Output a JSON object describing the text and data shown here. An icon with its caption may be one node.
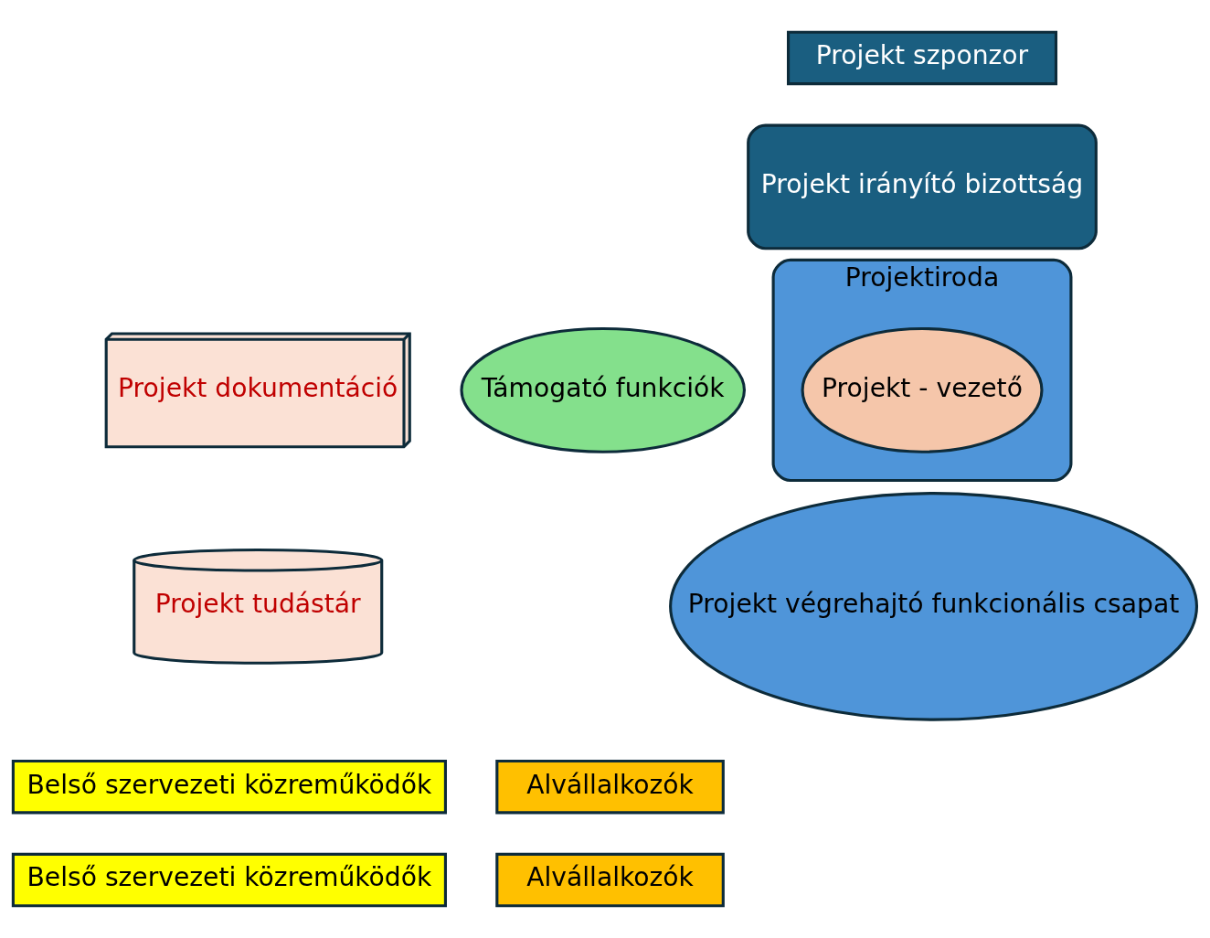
{
  "diagram": {
    "nodes": [
      {
        "text": [
          "Projekt szponzor"
        ]
      },
      {
        "text": [
          "Projekt irányító bizottság"
        ]
      },
      {
        "text": [
          "Projekt dokumentáció"
        ]
      },
      {
        "text": [
          "Projekt tudástár"
        ]
      },
      {
        "text": [
          "Projektiroda"
        ]
      },
      {
        "text": [
          "Projekt - vezető"
        ],
        "in": 4
      },
      {
        "text": [
          "Támogató funkciók"
        ]
      },
      {
        "text": [
          "Projekt végrehajtó funkcionális csapat"
        ]
      },
      {
        "text": [
          "Belső szervezeti közreműködők"
        ]
      },
      {
        "text": [
          "Alvállalkozók"
        ]
      },
      {
        "text": [
          "Belső szervezeti közreműködők"
        ]
      },
      {
        "text": [
          "Alvállalkozók"
        ]
      }
    ],
    "edges": []
  }
}
